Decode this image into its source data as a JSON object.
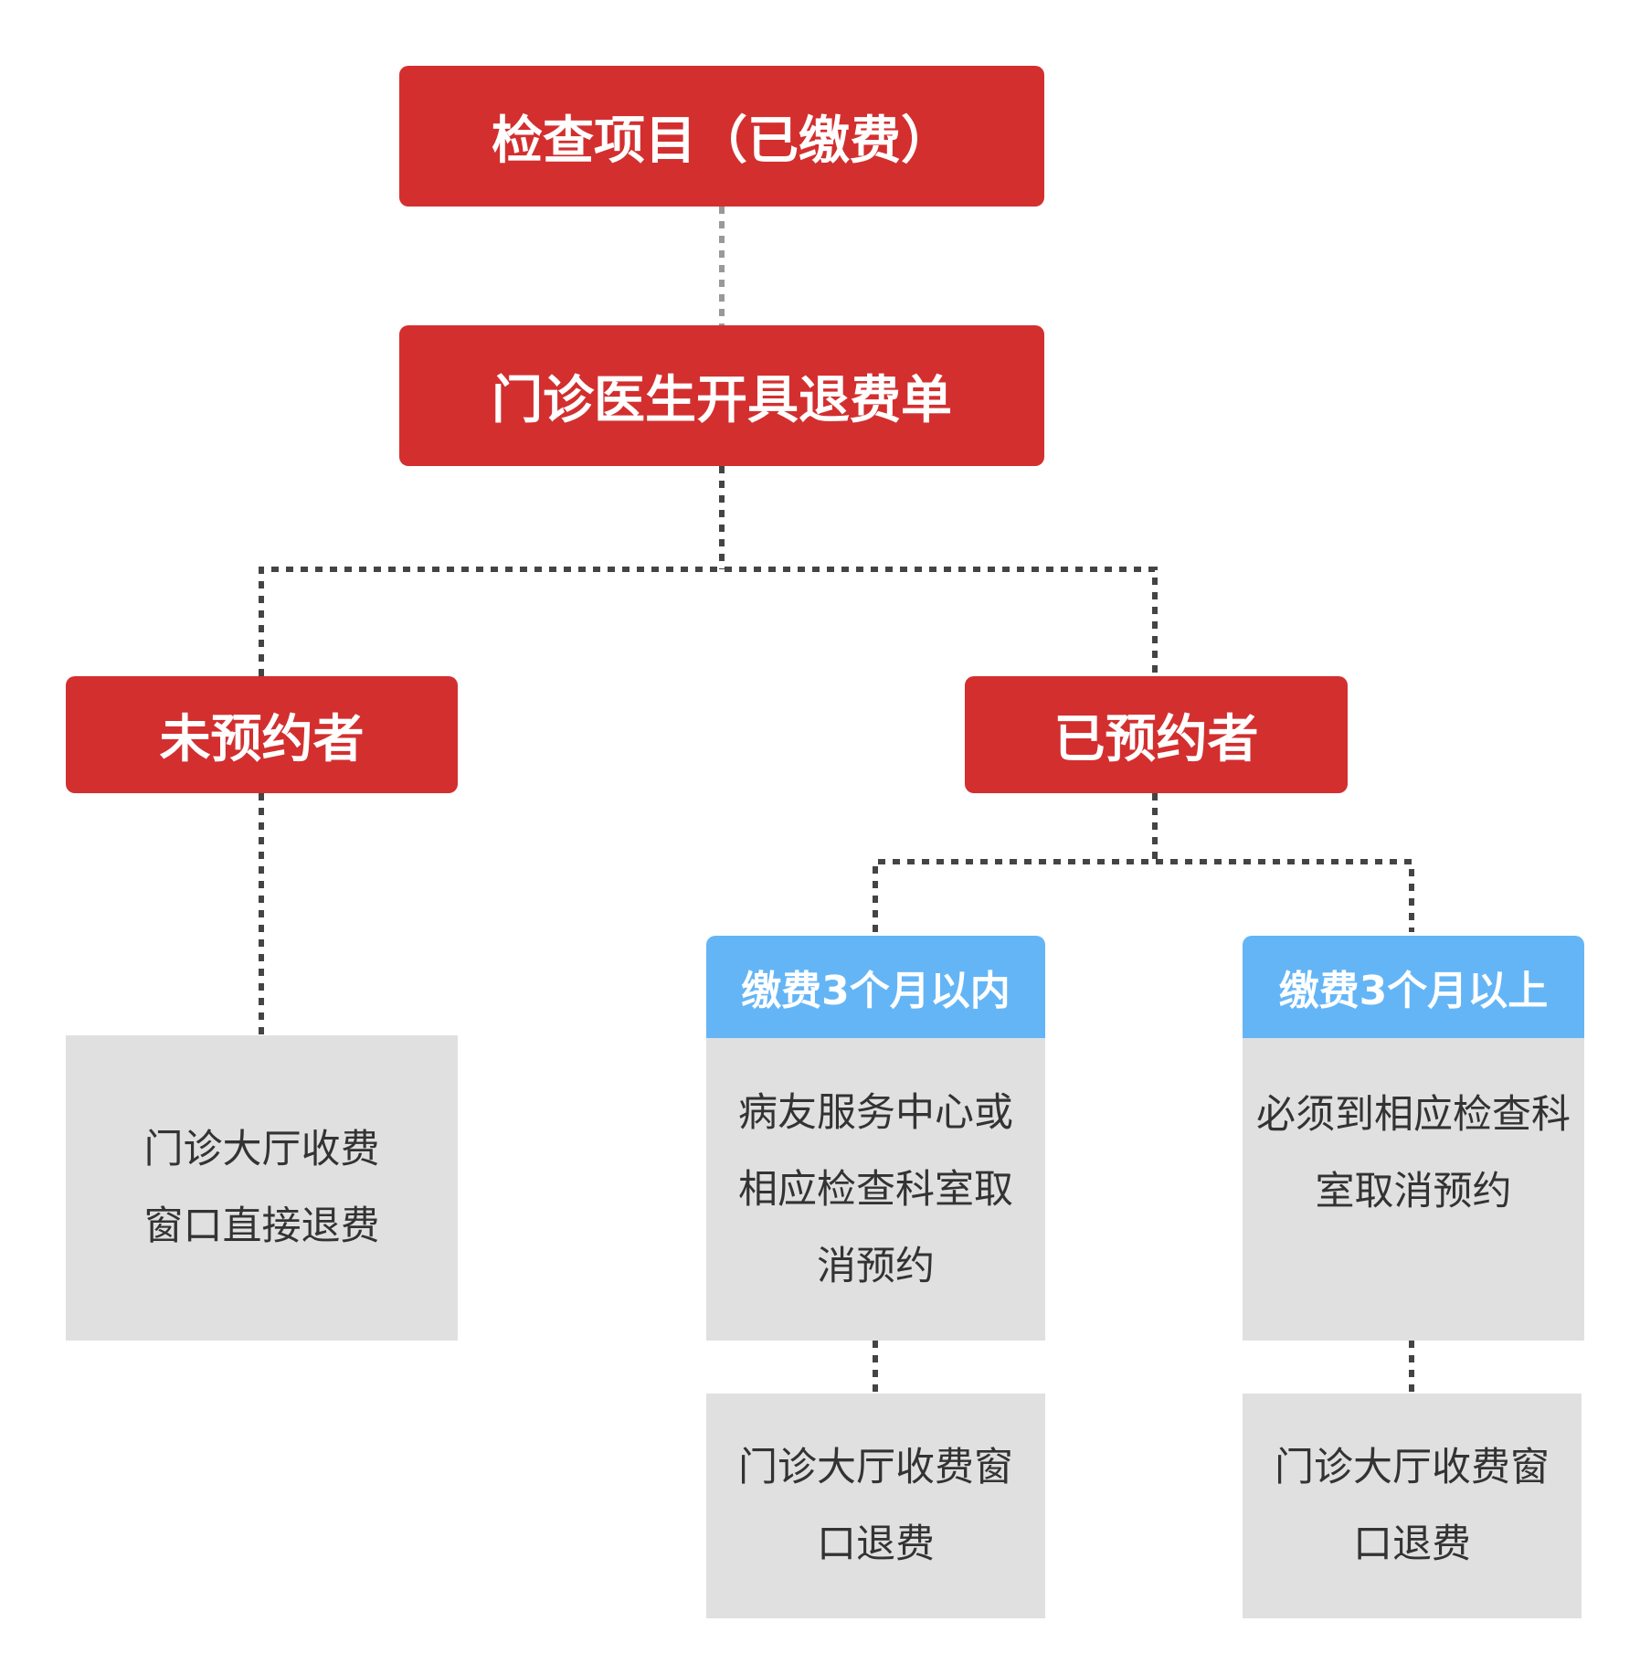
{
  "colors": {
    "primary_red": "#d32f2f",
    "accent_blue": "#64b5f6",
    "box_grey": "#e0e0e0",
    "line_grey": "#444444"
  },
  "root": {
    "label": "检查项目（已缴费）"
  },
  "step2": {
    "label": "门诊医生开具退费单"
  },
  "branch_unbooked": {
    "label": "未预约者",
    "action": "门诊大厅收费\n窗口直接退费"
  },
  "branch_booked": {
    "label": "已预约者",
    "within": {
      "header": "缴费3个月以内",
      "body": "病友服务中心或\n相应检查科室取\n消预约",
      "refund": "门诊大厅收费窗\n口退费"
    },
    "over": {
      "header": "缴费3个月以上",
      "body": "必须到相应检查科\n室取消预约",
      "refund": "门诊大厅收费窗\n口退费"
    }
  }
}
